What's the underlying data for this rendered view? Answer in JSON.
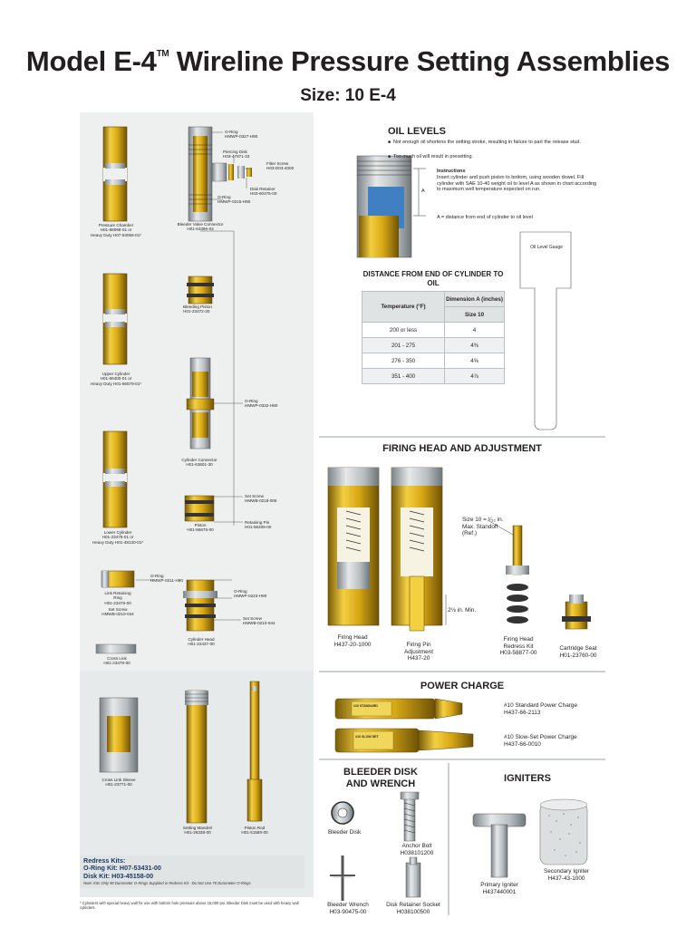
{
  "title": "Model E-4",
  "title_tm": "TM",
  "title_rest": "Wireline Pressure Setting Assemblies",
  "subtitle": "Size: 10 E-4",
  "parts": {
    "pressure_chamber": "Pressure Chamber\nH01-68098-01 or\nHeavy Duty H07-63066-01*",
    "oring_top": "O-Ring\nHMWP-0327-H90",
    "piercing_disk": "Piercing Disk\nH03-47871-33",
    "filter_screw": "Filter Screw\nH03-D03-4000",
    "disk_retainer": "Disk Retainer\nH03-60475-00",
    "oring_mid": "O-Ring\nHMWP-0215-H90",
    "bleeder_valve_connector": "Bleeder Valve Connector\nH01-63396-03",
    "bleeding_piston": "Bleeding Piston\nH01-23472-30",
    "upper_cylinder": "Upper Cylinder\nH01-66400-01 or\nHeavy Duty H01-66579-01*",
    "oring_cyl": "O-Ring\nHMWP-0332-H90",
    "cylinder_connector": "Cylinder Connector\nH01-63601-30",
    "set_screw_1": "Set Screw\nHMWB-0218-006",
    "piston": "Piston\nH01-56676-00",
    "retaining_pin": "Retaining Pin\nH01-56409-00",
    "lower_cylinder": "Lower Cylinder\nH01-23475-01 or\nHeavy Duty H01-48130-01*",
    "oring_ring": "O-Ring\nHMWP-0211-H90",
    "link_retaining_ring": "Link Retaining\nRing\nH01-23476-00",
    "set_screw_2": "Set Screw\nHMWB-0210-044",
    "oring_head": "O-Ring\nHMWP-0223-H90",
    "set_screw_3": "Set Screw\nHMWB-0210-044",
    "cylinder_head": "Cylinder Head\nH01-22437-00",
    "cross_link": "Cross Link\nH01-23476-00",
    "cross_link_sleeve": "Cross Link Sleeve\nH01-23771-00",
    "setting_mandrel": "Setting Mandrel\nH01-26338-00",
    "piston_rod": "Piston Rod\nH01-51580-00"
  },
  "radress": {
    "title": "Redress Kits:",
    "oring_kit": "O-Ring Kit: H07-53431-00",
    "disk_kit": "Disk Kit: H03-45158-00",
    "note": "Note: Kits Only 90 Durometer O-Rings Supplied in Redress Kit - Do Not Use 70 Durometer O-Rings"
  },
  "footnote": "* Cylinders with special heavy wall for use with bottom hole pressure above 15,000 psi. Bleeder Disk must be used with heavy wall cylinders.",
  "oil_levels": {
    "heading": "OIL LEVELS",
    "bullet1": "Not enough oil shortens the setting stroke, resulting in failure to part the release stud.",
    "bullet2": "Too much oil will result in presetting.",
    "instructions_head": "Instructions",
    "instructions": "Insert cylinder and push piston to bottom, using wooden dowel. Fill cylinder with SAE 10-40 weight oil to level A as shown in chart according to maximum well temperature expected on run.",
    "a_def": "A = distance from end of cylinder to oil level",
    "dim_a": "A",
    "gauge_label": "Oil Level Gauge"
  },
  "distance_table": {
    "heading": "DISTANCE FROM END OF CYLINDER TO OIL",
    "col1": "Temperature (°F)",
    "col2": "Dimension A (inches)",
    "col2_sub": "Size 10",
    "rows": [
      {
        "temp": "200 or less",
        "dim": "4"
      },
      {
        "temp": "201 - 275",
        "dim": "4⅜"
      },
      {
        "temp": "276 - 350",
        "dim": "4⅝"
      },
      {
        "temp": "351 - 400",
        "dim": "4⅞"
      }
    ]
  },
  "firing_head": {
    "heading": "FIRING HEAD AND ADJUSTMENT",
    "size_note": "Size 10 = ¹⁄₃₂ in.\nMax. Standoff\n(Ref.)",
    "min_note": "2⅛ in. Min.",
    "items": [
      {
        "name": "Firing Head\nH437-20-1000"
      },
      {
        "name": "Firing Pin\nAdjustment\nH437-20"
      },
      {
        "name": "Firing Head\nRedress Kit\nH03-58877-00"
      },
      {
        "name": "Cartridge Seat\nH01-23760-00"
      }
    ]
  },
  "power_charge": {
    "heading": "POWER CHARGE",
    "standard": "#10 Standard Power Charge\nH437-66-2113",
    "slow": "#10 Slow-Set Power Charge\nH437-66-0010",
    "label_standard": "#10 STANDARD",
    "label_slow": "#10 SLOW SET"
  },
  "bleeder": {
    "heading": "BLEEDER DISK\nAND WRENCH",
    "disk": "Bleeder Disk",
    "anchor": "Anchor Bolt\nH038101200",
    "wrench": "Bleeder Wrench\nH03-90475-00",
    "socket": "Disk Retainer Socket\nH038100500"
  },
  "igniters": {
    "heading": "IGNITERS",
    "primary": "Primary Igniter\nH437440001",
    "secondary": "Secondary Igniter\nH437-43-1000"
  },
  "colors": {
    "brass": "#d4a514",
    "brass_dark": "#8a6a0a",
    "steel": "#b9bfc2",
    "oil": "#3f7fc2",
    "panel": "#eef0f0"
  }
}
